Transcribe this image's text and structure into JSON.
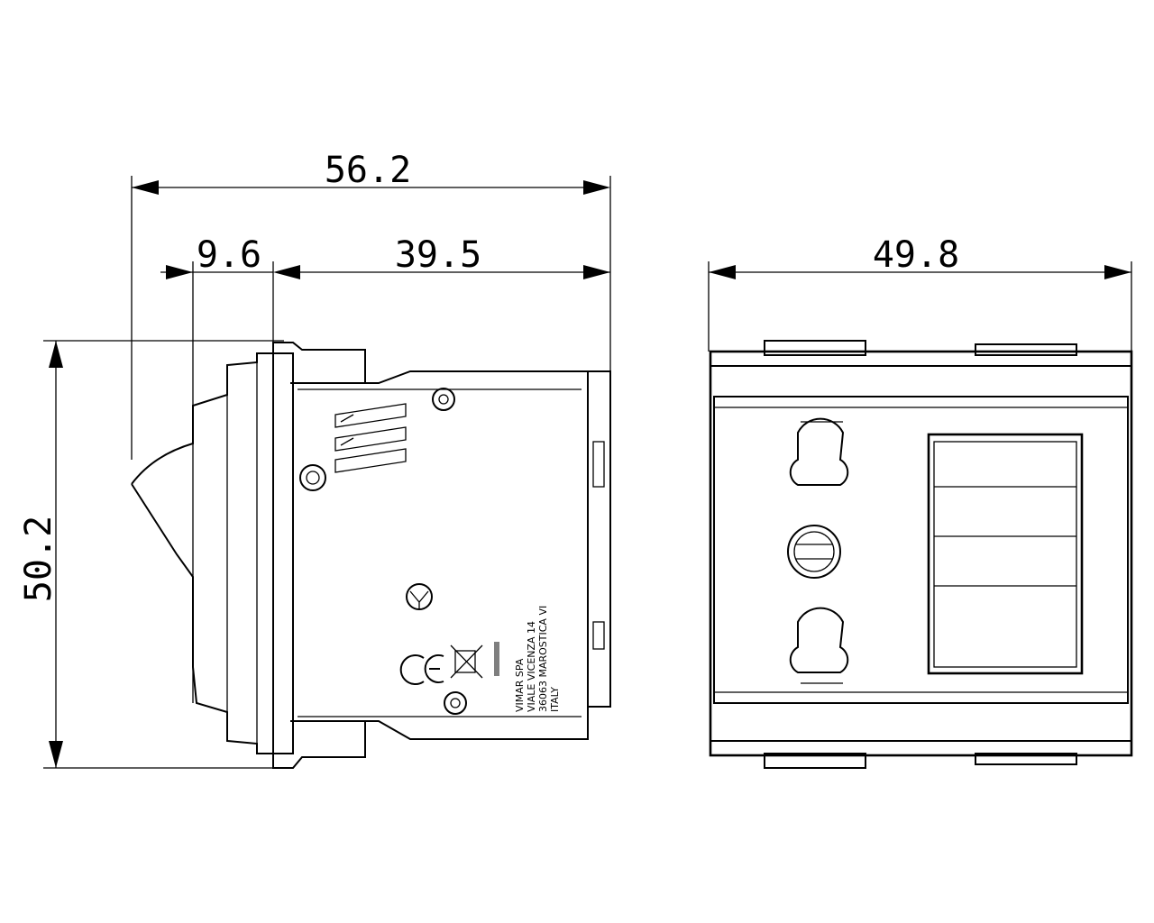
{
  "dimensions": {
    "overall_depth": "56.2",
    "front_protrusion": "9.6",
    "body_depth": "39.5",
    "height": "50.2",
    "width": "49.8"
  },
  "markings": {
    "address_line1": "VIMAR SPA",
    "address_line2": "VIALE VICENZA 14",
    "address_line3": "36063 MAROSTICA VI",
    "address_line4": "ITALY"
  },
  "icons": [
    "ce-mark-icon",
    "weee-crossed-bin-icon",
    "imq-mark-icon",
    "screw-icon",
    "socket-pin-hole-icon",
    "earth-hole-icon",
    "usb-port-icon"
  ]
}
